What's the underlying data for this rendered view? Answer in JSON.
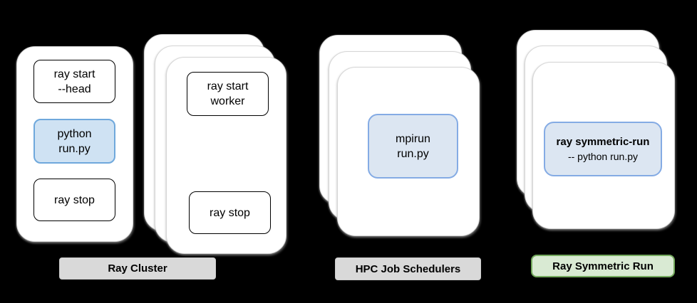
{
  "ray_cluster": {
    "badge_label": "Ray Cluster",
    "head_card": {
      "start_line1": "ray start",
      "start_line2": "--head",
      "run_line1": "python",
      "run_line2": "run.py",
      "stop_label": "ray stop"
    },
    "worker_card": {
      "start_line1": "ray start",
      "start_line2": "worker",
      "stop_label": "ray stop"
    }
  },
  "hpc": {
    "badge_label": "HPC Job Schedulers",
    "run_line1": "mpirun",
    "run_line2": "run.py"
  },
  "symmetric": {
    "badge_label": "Ray Symmetric Run",
    "run_line1": "ray symmetric-run",
    "run_line2": "-- python run.py"
  },
  "colors": {
    "background": "#000000",
    "card_fill": "#ffffff",
    "card_edge": "#d6d6d6",
    "command_border": "#000000",
    "highlight_fill_left": "#cfe2f3",
    "highlight_border_left": "#6fa8dc",
    "highlight_fill": "#dce6f2",
    "highlight_border": "#84abe4",
    "badge_gray_fill": "#d9d9d9",
    "badge_green_fill": "#d9ead3",
    "badge_green_border": "#73a95c",
    "text": "#000000"
  }
}
